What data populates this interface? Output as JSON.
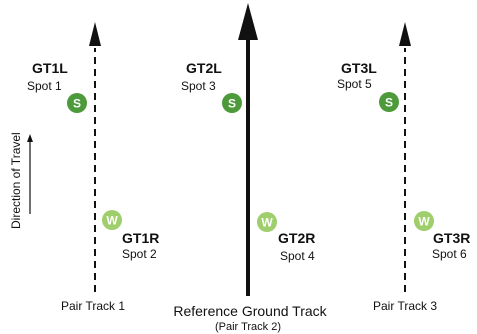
{
  "colors": {
    "strong_marker": "#4c9a3a",
    "weak_marker": "#9fcf6c",
    "line": "#111111",
    "background": "#ffffff"
  },
  "direction_of_travel_label": "Direction of Travel",
  "reference_ground_track": {
    "label": "Reference Ground Track",
    "sublabel": "(Pair Track 2)"
  },
  "pair_tracks": [
    {
      "label": "Pair Track 1"
    },
    {
      "label": "Pair Track 3"
    }
  ],
  "beams": [
    {
      "name": "GT1L",
      "spot": "Spot 1",
      "marker": "S"
    },
    {
      "name": "GT1R",
      "spot": "Spot 2",
      "marker": "W"
    },
    {
      "name": "GT2L",
      "spot": "Spot 3",
      "marker": "S"
    },
    {
      "name": "GT2R",
      "spot": "Spot 4",
      "marker": "W"
    },
    {
      "name": "GT3L",
      "spot": "Spot 5",
      "marker": "S"
    },
    {
      "name": "GT3R",
      "spot": "Spot 6",
      "marker": "W"
    }
  ]
}
